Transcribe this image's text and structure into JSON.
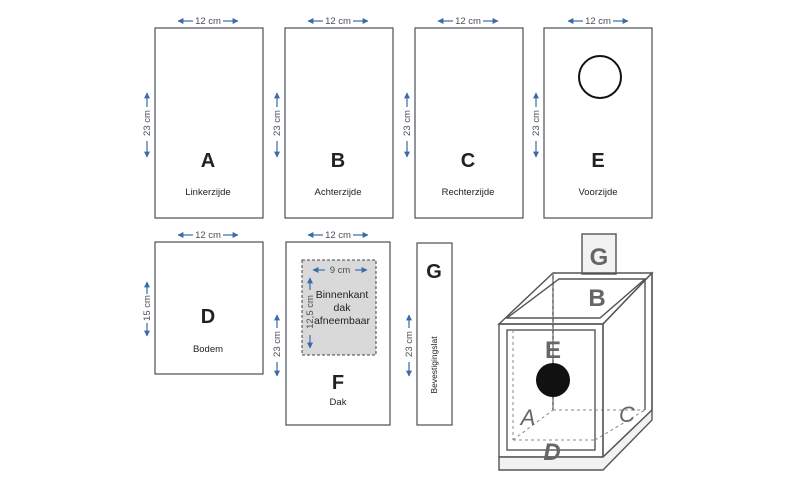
{
  "panels": {
    "A": {
      "letter": "A",
      "label": "Linkerzijde",
      "width": "12 cm",
      "height": "23 cm"
    },
    "B": {
      "letter": "B",
      "label": "Achterzijde",
      "width": "12 cm",
      "height": "23 cm"
    },
    "C": {
      "letter": "C",
      "label": "Rechterzijde",
      "width": "12 cm",
      "height": "23 cm"
    },
    "E": {
      "letter": "E",
      "label": "Voorzijde",
      "width": "12 cm",
      "height": "23 cm"
    },
    "D": {
      "letter": "D",
      "label": "Bodem",
      "width": "12 cm",
      "height": "15 cm"
    },
    "F": {
      "letter": "F",
      "label": "Dak",
      "width": "12 cm",
      "height": "23 cm",
      "inner": {
        "width": "9 cm",
        "height": "12,5 cm",
        "text": [
          "Binnenkant",
          "dak",
          "afneembaar"
        ]
      }
    },
    "G": {
      "letter": "G",
      "label": "Bevestigingslat",
      "height": "23 cm"
    }
  },
  "assembled": {
    "letters": [
      "G",
      "B",
      "E",
      "A",
      "C",
      "D"
    ]
  },
  "colors": {
    "arrow": "#3a6aa8",
    "outline": "#4a4f57",
    "inner_fill": "#d9d9d9"
  }
}
